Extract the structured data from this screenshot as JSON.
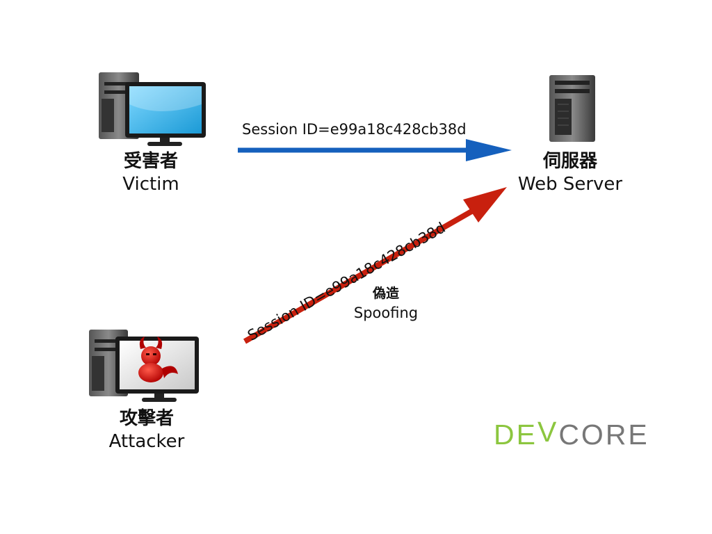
{
  "nodes": {
    "victim": {
      "label_zh": "受害者",
      "label_en": "Victim",
      "icon": "desktop-computer-icon"
    },
    "server": {
      "label_zh": "伺服器",
      "label_en": "Web Server",
      "icon": "server-tower-icon"
    },
    "attacker": {
      "label_zh": "攻擊者",
      "label_en": "Attacker",
      "icon": "devil-computer-icon"
    }
  },
  "messages": {
    "victim_to_server": {
      "text": "Session ID=e99a18c428cb38d",
      "color": "#1560bd"
    },
    "attacker_to_server": {
      "text": "Session ID=e99a18c428cb38d",
      "color": "#c8200e"
    }
  },
  "spoofing": {
    "zh": "偽造",
    "en": "Spoofing"
  },
  "logo": {
    "part1": "DE",
    "part2": "V",
    "part3": "CORE",
    "color_primary": "#8cc63f",
    "color_secondary": "#777777"
  }
}
